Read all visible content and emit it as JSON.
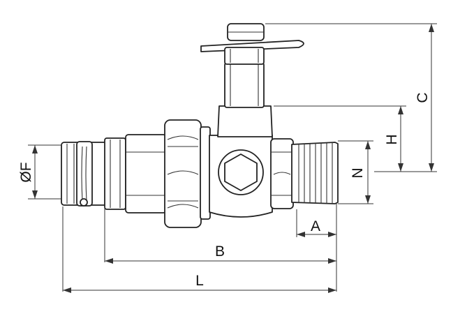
{
  "dimensions": {
    "phi_f": "ØF",
    "a": "A",
    "b": "B",
    "l": "L",
    "n": "N",
    "h": "H",
    "c": "C"
  },
  "colors": {
    "outline": "#222222",
    "dimension": "#333333",
    "background": "#ffffff"
  }
}
